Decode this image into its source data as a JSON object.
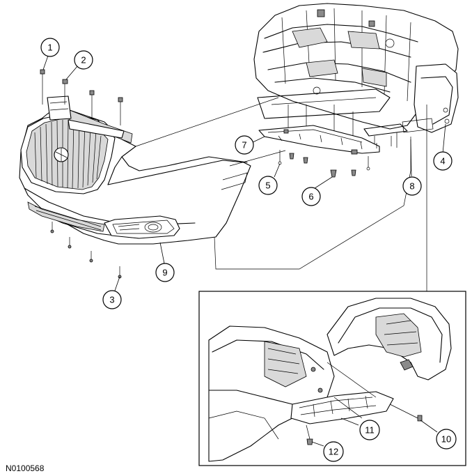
{
  "figure_id": "N0100568",
  "callouts": [
    {
      "id": "1",
      "label": "1"
    },
    {
      "id": "2",
      "label": "2"
    },
    {
      "id": "3",
      "label": "3"
    },
    {
      "id": "4",
      "label": "4"
    },
    {
      "id": "5",
      "label": "5"
    },
    {
      "id": "6",
      "label": "6"
    },
    {
      "id": "7",
      "label": "7"
    },
    {
      "id": "8",
      "label": "8"
    },
    {
      "id": "9",
      "label": "9"
    },
    {
      "id": "10",
      "label": "10"
    },
    {
      "id": "11",
      "label": "11"
    },
    {
      "id": "12",
      "label": "12"
    }
  ]
}
